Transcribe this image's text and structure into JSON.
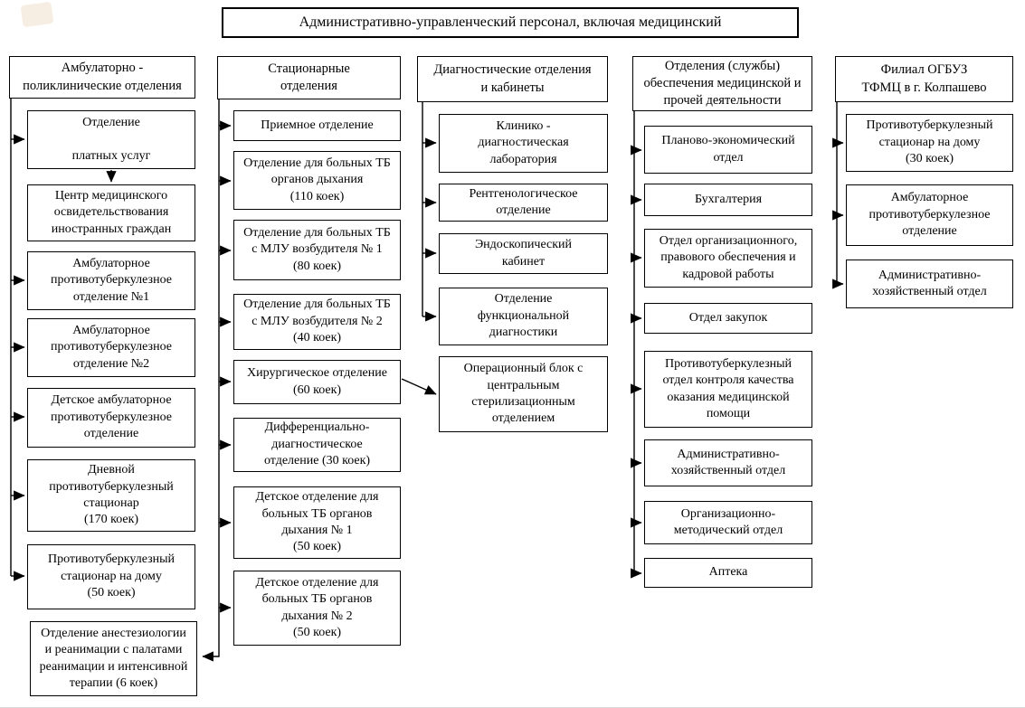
{
  "title": "Административно-управленческий персонал, включая медицинский",
  "colors": {
    "line": "#000000",
    "box_border": "#000000",
    "background": "#ffffff"
  },
  "columns": [
    {
      "header": "Амбулаторно -\nполиклинические отделения",
      "items": [
        "Отделение\n\nплатных услуг",
        "Центр медицинского\nосвидетельствования\nиностранных граждан",
        "Амбулаторное\nпротивотуберкулезное\nотделение №1",
        "Амбулаторное\nпротивотуберкулезное\nотделение №2",
        "Детское амбулаторное\nпротивотуберкулезное\nотделение",
        "Дневной\nпротивотуберкулезный\nстационар\n(170 коек)",
        "Противотуберкулезный\nстационар на дому\n(50 коек)",
        "Отделение анестезиологии\nи реанимации с палатами\nреанимации и интенсивной\nтерапии (6 коек)"
      ]
    },
    {
      "header": "Стационарные\nотделения",
      "items": [
        "Приемное отделение",
        "Отделение для больных ТБ\nорганов дыхания\n(110 коек)",
        "Отделение для больных ТБ\nс МЛУ возбудителя № 1\n(80 коек)",
        "Отделение для больных ТБ\nс МЛУ возбудителя № 2\n(40 коек)",
        "Хирургическое отделение\n(60 коек)",
        "Дифференциально-\nдиагностическое\nотделение (30 коек)",
        "Детское отделение для\nбольных ТБ органов\nдыхания № 1\n(50 коек)",
        "Детское отделение для\nбольных ТБ органов\nдыхания № 2\n(50 коек)"
      ]
    },
    {
      "header": "Диагностические отделения\nи кабинеты",
      "items": [
        "Клинико -\nдиагностическая\nлаборатория",
        "Рентгенологическое\nотделение",
        "Эндоскопический\nкабинет",
        "Отделение\nфункциональной\nдиагностики",
        "Операционный блок с\nцентральным\nстерилизационным\nотделением"
      ]
    },
    {
      "header": "Отделения (службы)\nобеспечения медицинской и\nпрочей деятельности",
      "items": [
        "Планово-экономический\nотдел",
        "Бухгалтерия",
        "Отдел организационного,\nправового обеспечения и\nкадровой работы",
        "Отдел закупок",
        "Противотуберкулезный\nотдел контроля качества\nоказания медицинской\nпомощи",
        "Административно-\nхозяйственный отдел",
        "Организационно-\nметодический отдел",
        "Аптека"
      ]
    },
    {
      "header": "Филиал ОГБУЗ\nТФМЦ в г. Колпашево",
      "items": [
        "Противотуберкулезный\nстационар на дому\n(30 коек)",
        "Амбулаторное\nпротивотуберкулезное\nотделение",
        "Административно-\nхозяйственный отдел"
      ]
    }
  ]
}
